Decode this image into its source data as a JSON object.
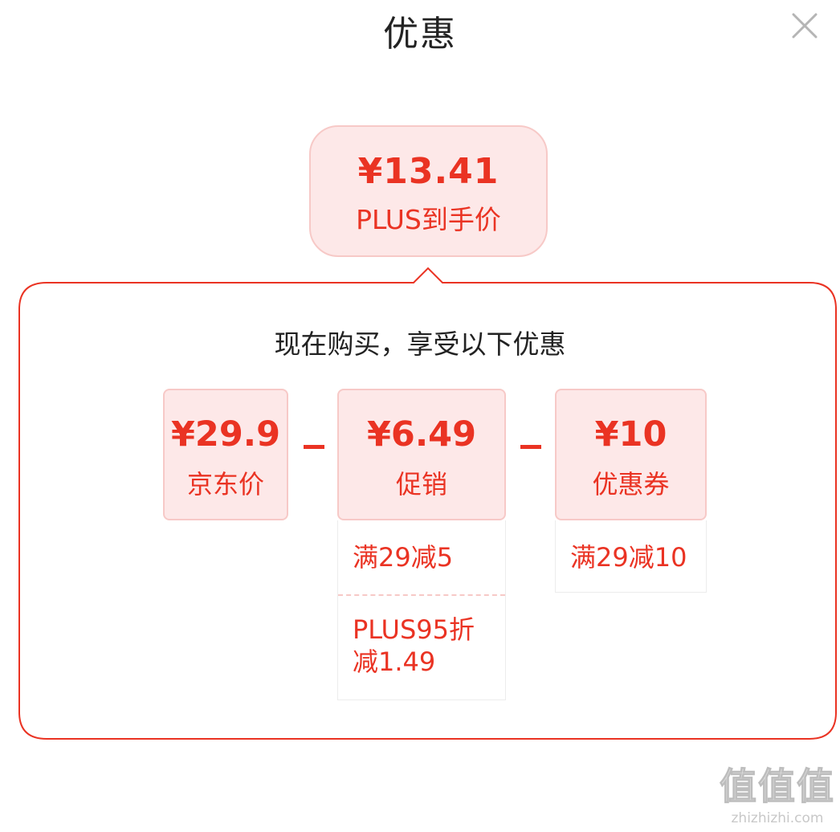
{
  "header": {
    "title": "优惠"
  },
  "final_price": {
    "value": "¥13.41",
    "label": "PLUS到手价"
  },
  "breakdown": {
    "subtitle": "现在购买，享受以下优惠",
    "jd_price": {
      "value": "¥29.9",
      "label": "京东价"
    },
    "promotion": {
      "value": "¥6.49",
      "label": "促销",
      "details": [
        "满29减5",
        "PLUS95折减1.49"
      ]
    },
    "coupon": {
      "value": "¥10",
      "label": "优惠券",
      "details": [
        "满29减10"
      ]
    },
    "operator": "-"
  },
  "watermark": {
    "mark": "值值值",
    "url": "zhizhizhi.com"
  },
  "colors": {
    "accent": "#ea3323",
    "card_bg": "#fde8e8",
    "card_border": "#f7c9c7"
  }
}
